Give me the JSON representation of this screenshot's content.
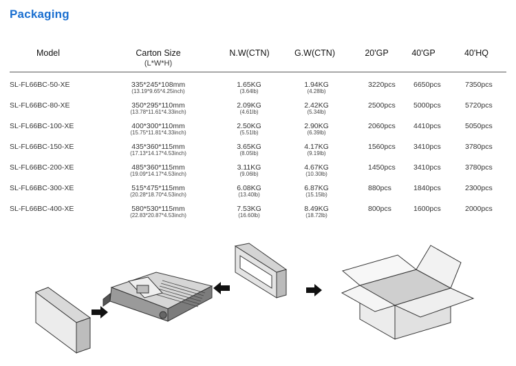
{
  "section_title": "Packaging",
  "columns": {
    "model": "Model",
    "carton": "Carton Size",
    "carton_sub": "(L*W*H)",
    "nw": "N.W(CTN)",
    "gw": "G.W(CTN)",
    "gp20": "20'GP",
    "gp40": "40'GP",
    "hq40": "40'HQ"
  },
  "rows": [
    {
      "model": "SL-FL66BC-50-XE",
      "carton_mm": "335*245*108mm",
      "carton_in": "(13.19*9.65*4.25inch)",
      "nw": "1.65KG",
      "nw_lb": "(3.64lb)",
      "gw": "1.94KG",
      "gw_lb": "(4.28lb)",
      "gp20": "3220pcs",
      "gp40": "6650pcs",
      "hq40": "7350pcs"
    },
    {
      "model": "SL-FL66BC-80-XE",
      "carton_mm": "350*295*110mm",
      "carton_in": "(13.78*11.61*4.33inch)",
      "nw": "2.09KG",
      "nw_lb": "(4.61lb)",
      "gw": "2.42KG",
      "gw_lb": "(5.34lb)",
      "gp20": "2500pcs",
      "gp40": "5000pcs",
      "hq40": "5720pcs"
    },
    {
      "model": "SL-FL66BC-100-XE",
      "carton_mm": "400*300*110mm",
      "carton_in": "(15.75*11.81*4.33inch)",
      "nw": "2.50KG",
      "nw_lb": "(5.51lb)",
      "gw": "2.90KG",
      "gw_lb": "(6.39lb)",
      "gp20": "2060pcs",
      "gp40": "4410pcs",
      "hq40": "5050pcs"
    },
    {
      "model": "SL-FL66BC-150-XE",
      "carton_mm": "435*360*115mm",
      "carton_in": "(17.13*14.17*4.53inch)",
      "nw": "3.65KG",
      "nw_lb": "(8.05lb)",
      "gw": "4.17KG",
      "gw_lb": "(9.19lb)",
      "gp20": "1560pcs",
      "gp40": "3410pcs",
      "hq40": "3780pcs"
    },
    {
      "model": "SL-FL66BC-200-XE",
      "carton_mm": "485*360*115mm",
      "carton_in": "(19.09*14.17*4.53inch)",
      "nw": "3.11KG",
      "nw_lb": "(9.06lb)",
      "gw": "4.67KG",
      "gw_lb": "(10.30lb)",
      "gp20": "1450pcs",
      "gp40": "3410pcs",
      "hq40": "3780pcs"
    },
    {
      "model": "SL-FL66BC-300-XE",
      "carton_mm": "515*475*115mm",
      "carton_in": "(20.28*18.70*4.53inch)",
      "nw": "6.08KG",
      "nw_lb": "(13.40lb)",
      "gw": "6.87KG",
      "gw_lb": "(15.15lb)",
      "gp20": "880pcs",
      "gp40": "1840pcs",
      "hq40": "2300pcs"
    },
    {
      "model": "SL-FL66BC-400-XE",
      "carton_mm": "580*530*115mm",
      "carton_in": "(22.83*20.87*4.53inch)",
      "nw": "7.53KG",
      "nw_lb": "(16.60lb)",
      "gw": "8.49KG",
      "gw_lb": "(18.72lb)",
      "gp20": "800pcs",
      "gp40": "1600pcs",
      "hq40": "2000pcs"
    }
  ],
  "colors": {
    "title": "#1a6fd0",
    "text": "#333333",
    "box_fill": "#e8e8e8",
    "box_stroke": "#333333"
  },
  "icons": [
    "closed-carton-icon",
    "right-arrow-icon",
    "floodlight-product-icon",
    "left-arrow-icon",
    "inner-box-sleeve-icon",
    "open-carton-icon"
  ]
}
